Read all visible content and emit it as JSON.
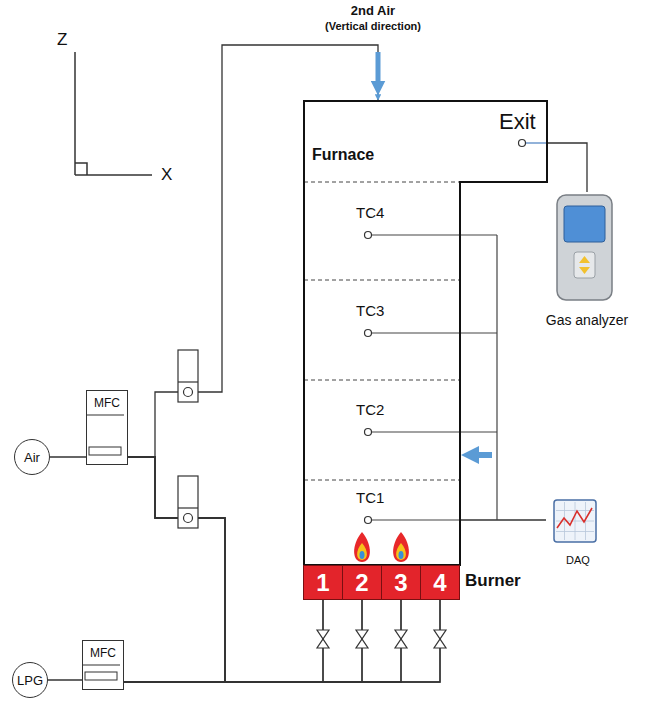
{
  "diagram": {
    "nodes": [
      {
        "text": [
          "Furnace",
          "Exit"
        ]
      },
      {
        "text": [
          "Gas analyzer"
        ]
      },
      {
        "text": [
          "Air"
        ]
      },
      {
        "text": [
          "MFC"
        ]
      },
      {
        "text": [
          "DAQ"
        ]
      },
      {
        "text": [
          "1"
        ]
      },
      {
        "text": [
          "2"
        ]
      },
      {
        "text": [
          "3"
        ]
      },
      {
        "text": [
          "4"
        ]
      },
      {
        "text": [
          "LPG"
        ]
      },
      {
        "text": [
          "MFC"
        ]
      }
    ],
    "edges": [
      {
        "from": 2,
        "to": 3,
        "arrow": "none"
      },
      {
        "from": 3,
        "to": 0,
        "arrow": "to"
      },
      {
        "from": 3,
        "to": 5,
        "arrow": "none"
      },
      {
        "from": 3,
        "to": 6,
        "arrow": "none"
      },
      {
        "from": 3,
        "to": 7,
        "arrow": "none"
      },
      {
        "from": 3,
        "to": 8,
        "arrow": "none"
      },
      {
        "from": 9,
        "to": 10,
        "arrow": "none"
      },
      {
        "from": 10,
        "to": 5,
        "arrow": "none"
      },
      {
        "from": 10,
        "to": 6,
        "arrow": "none"
      },
      {
        "from": 10,
        "to": 7,
        "arrow": "none"
      },
      {
        "from": 10,
        "to": 8,
        "arrow": "none"
      },
      {
        "from": 0,
        "to": 1,
        "arrow": "none"
      },
      {
        "from": 0,
        "to": 4,
        "arrow": "none"
      }
    ],
    "labels": [
      "2nd Air",
      "(Vertical direction)",
      "Z",
      "X",
      "TC4",
      "TC3",
      "TC2",
      "TC1",
      "Burner"
    ]
  }
}
